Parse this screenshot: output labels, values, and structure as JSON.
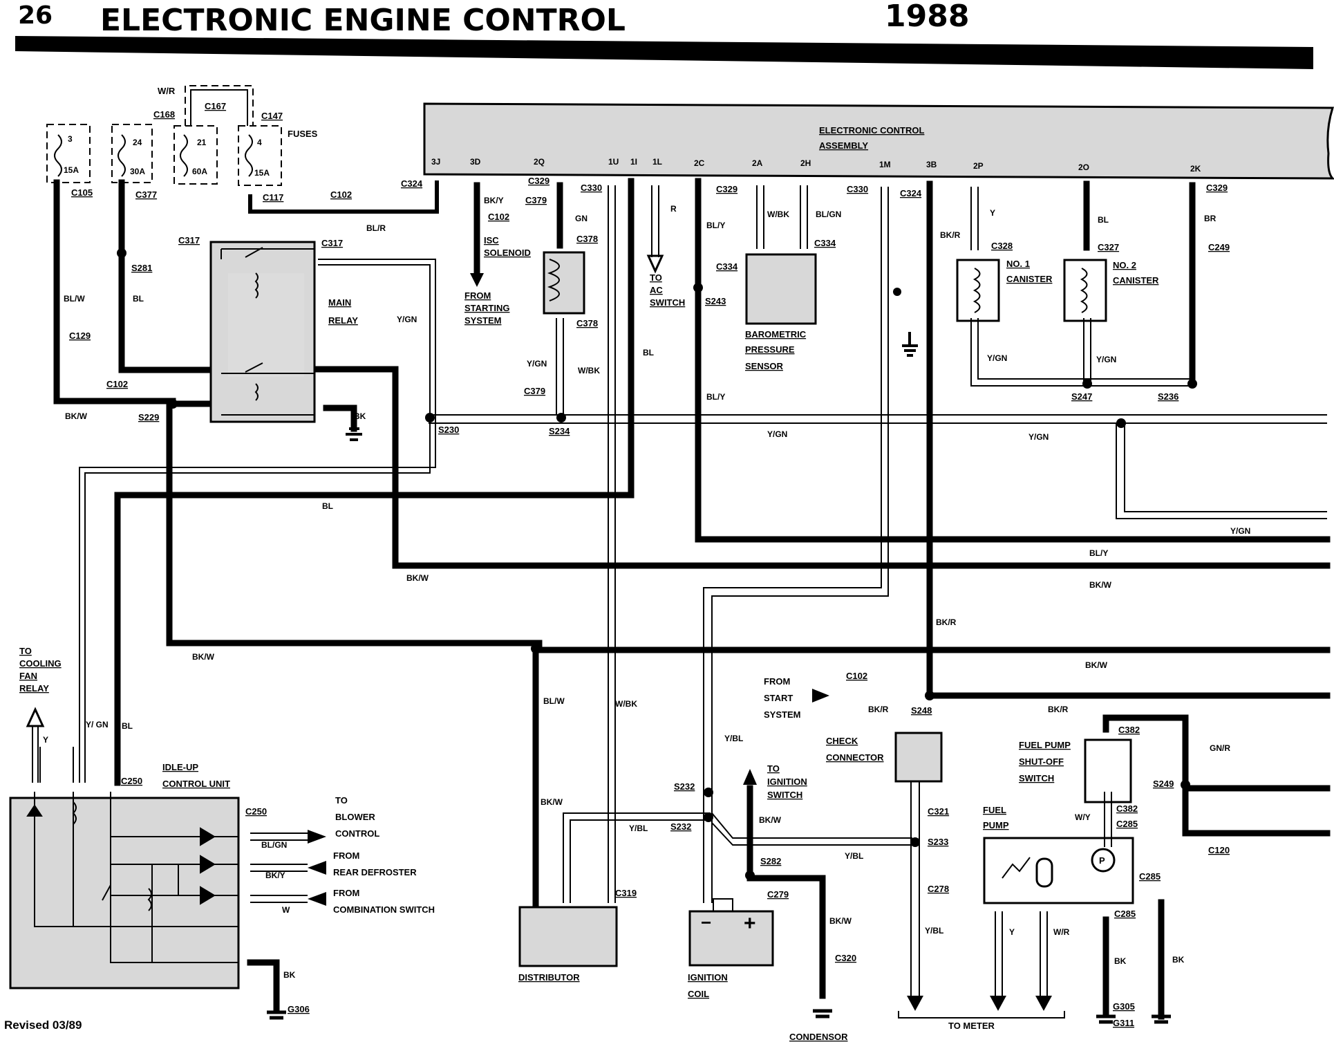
{
  "header": {
    "page_number": "26",
    "title": "ELECTRONIC ENGINE CONTROL",
    "year": "1988"
  },
  "footer": {
    "revised": "Revised 03/89"
  },
  "ecu": {
    "title_line1": "ELECTRONIC CONTROL",
    "title_line2": "ASSEMBLY",
    "pins": [
      "3J",
      "3D",
      "2Q",
      "1U",
      "1I",
      "1L",
      "2C",
      "2A",
      "2H",
      "1M",
      "3B",
      "2P",
      "2O",
      "2K"
    ]
  },
  "fuses": {
    "label": "FUSES",
    "items": [
      {
        "num": "3",
        "rating": "15A",
        "conn": "C105"
      },
      {
        "num": "24",
        "rating": "30A",
        "conn": "C377"
      },
      {
        "num": "21",
        "rating": "60A",
        "conn": "C168"
      },
      {
        "num": "4",
        "rating": "15A",
        "conn": "C147"
      }
    ],
    "wr": "W/R",
    "c167": "C167",
    "c117": "C117"
  },
  "components": {
    "main_relay": [
      "MAIN",
      "RELAY"
    ],
    "isc": [
      "ISC",
      "SOLENOID"
    ],
    "from_starting": [
      "FROM",
      "STARTING",
      "SYSTEM"
    ],
    "to_ac": [
      "TO",
      "AC",
      "SWITCH"
    ],
    "baro": [
      "BAROMETRIC",
      "PRESSURE",
      "SENSOR"
    ],
    "canister1": [
      "NO. 1",
      "CANISTER"
    ],
    "canister2": [
      "NO. 2",
      "CANISTER"
    ],
    "to_cooling": [
      "TO",
      "COOLING",
      "FAN",
      "RELAY"
    ],
    "idle_up": [
      "IDLE-UP",
      "CONTROL UNIT"
    ],
    "to_blower": [
      "TO",
      "BLOWER",
      "CONTROL"
    ],
    "from_rear": [
      "FROM",
      "REAR DEFROSTER"
    ],
    "from_combo": [
      "FROM",
      "COMBINATION SWITCH"
    ],
    "distributor": "DISTRIBUTOR",
    "ignition_coil": [
      "IGNITION",
      "COIL"
    ],
    "to_ignition": [
      "TO",
      "IGNITION",
      "SWITCH"
    ],
    "check_connector": [
      "CHECK",
      "CONNECTOR"
    ],
    "from_start": [
      "FROM",
      "START",
      "SYSTEM"
    ],
    "fuel_pump_shutoff": [
      "FUEL PUMP",
      "SHUT-OFF",
      "SWITCH"
    ],
    "fuel_pump": [
      "FUEL",
      "PUMP"
    ],
    "pump_symbol": "P",
    "to_meter": "TO METER",
    "condensor": "CONDENSOR",
    "plus": "+",
    "minus": "−"
  },
  "connectors": {
    "c324a": "C324",
    "c329a": "C329",
    "c379a": "C379",
    "c330a": "C330",
    "c102a": "C102",
    "c378a": "C378",
    "c378b": "C378",
    "c379b": "C379",
    "c329b": "C329",
    "c334a": "C334",
    "c334b": "C334",
    "c330b": "C330",
    "c324b": "C324",
    "c328": "C328",
    "c327": "C327",
    "c329c": "C329",
    "c249": "C249",
    "c317a": "C317",
    "c317b": "C317",
    "c129": "C129",
    "c102b": "C102",
    "c102c": "C102",
    "c102d": "C102",
    "c250a": "C250",
    "c250b": "C250",
    "c319": "C319",
    "c279": "C279",
    "c320": "C320",
    "c321": "C321",
    "c278": "C278",
    "c382a": "C382",
    "c382b": "C382",
    "c285a": "C285",
    "c285b": "C285",
    "c285c": "C285",
    "c120": "C120"
  },
  "splices": {
    "s281": "S281",
    "s229": "S229",
    "s230": "S230",
    "s234": "S234",
    "s243": "S243",
    "s247": "S247",
    "s236": "S236",
    "s248": "S248",
    "s232a": "S232",
    "s232b": "S232",
    "s282": "S282",
    "s233": "S233",
    "s249": "S249"
  },
  "grounds": {
    "g306": "G306",
    "g305": "G305",
    "g311": "G311"
  },
  "wires": {
    "blw": "BL/W",
    "bl": "BL",
    "bkw": "BK/W",
    "blr": "BL/R",
    "bky": "BK/Y",
    "gn": "GN",
    "ygn": "Y/GN",
    "wbk": "W/BK",
    "r": "R",
    "bly": "BL/Y",
    "blgn": "BL/GN",
    "bkr": "BK/R",
    "y": "Y",
    "br": "BR",
    "bk": "BK",
    "ybl": "Y/BL",
    "w": "W",
    "gnr": "GN/R",
    "wy": "W/Y",
    "wr": "W/R",
    "ygn2": "Y/ GN"
  }
}
